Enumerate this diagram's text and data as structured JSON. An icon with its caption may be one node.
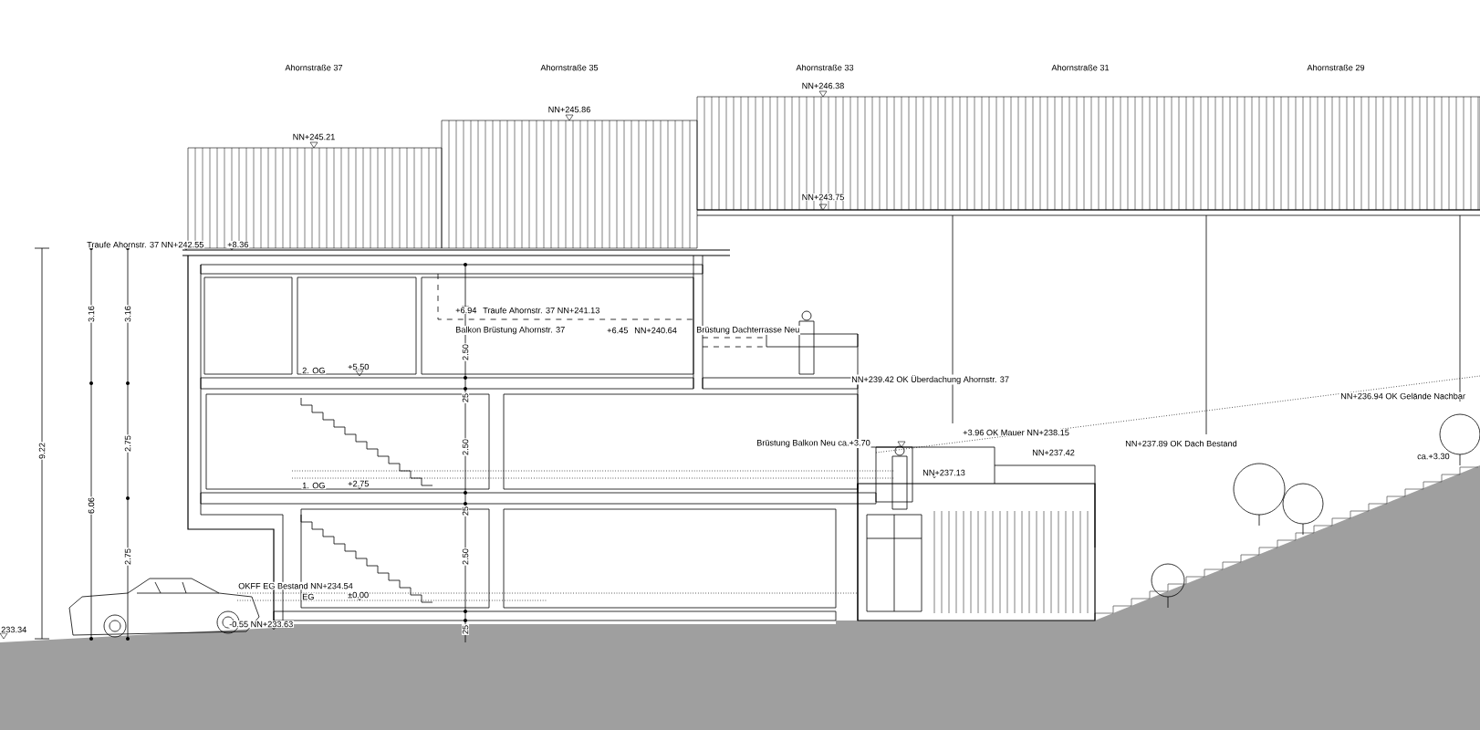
{
  "diagram": {
    "labels": [
      "Ahornstraße 37",
      "Ahornstraße 35",
      "Ahornstraße 33",
      "Ahornstraße 31",
      "Ahornstraße 29",
      "NN+246.38",
      "NN+245.86",
      "NN+245.21",
      "NN+243.75",
      "Traufe Ahornstr. 37 NN+242.55",
      "+8.36",
      "9.22",
      "3.16",
      "6.06",
      "3.16",
      "2.75",
      "2.75",
      "2. OG",
      "+5.50",
      "1. OG",
      "+2.75",
      "EG",
      "±0.00",
      "OKFF EG Bestand NN+234.54",
      "-0.55 NN+233.63",
      "233.34",
      "2.50",
      "25",
      "2.50",
      "25",
      "2.50",
      "25",
      "+6.94",
      "Traufe Ahornstr. 37 NN+241.13",
      "Balkon Brüstung Ahornstr. 37",
      "+6.45",
      "NN+240.64",
      "Brüstung Dachterrasse Neu",
      "NN+239.42 OK Überdachung Ahornstr. 37",
      "Brüstung Balkon Neu ca.+3.70",
      "+3.96 OK Mauer NN+238.15",
      "NN+237.42",
      "NN+237.13",
      "NN+237.89 OK Dach Bestand",
      "NN+236.94 OK Gelände Nachbar",
      "ca.+3.30"
    ]
  }
}
